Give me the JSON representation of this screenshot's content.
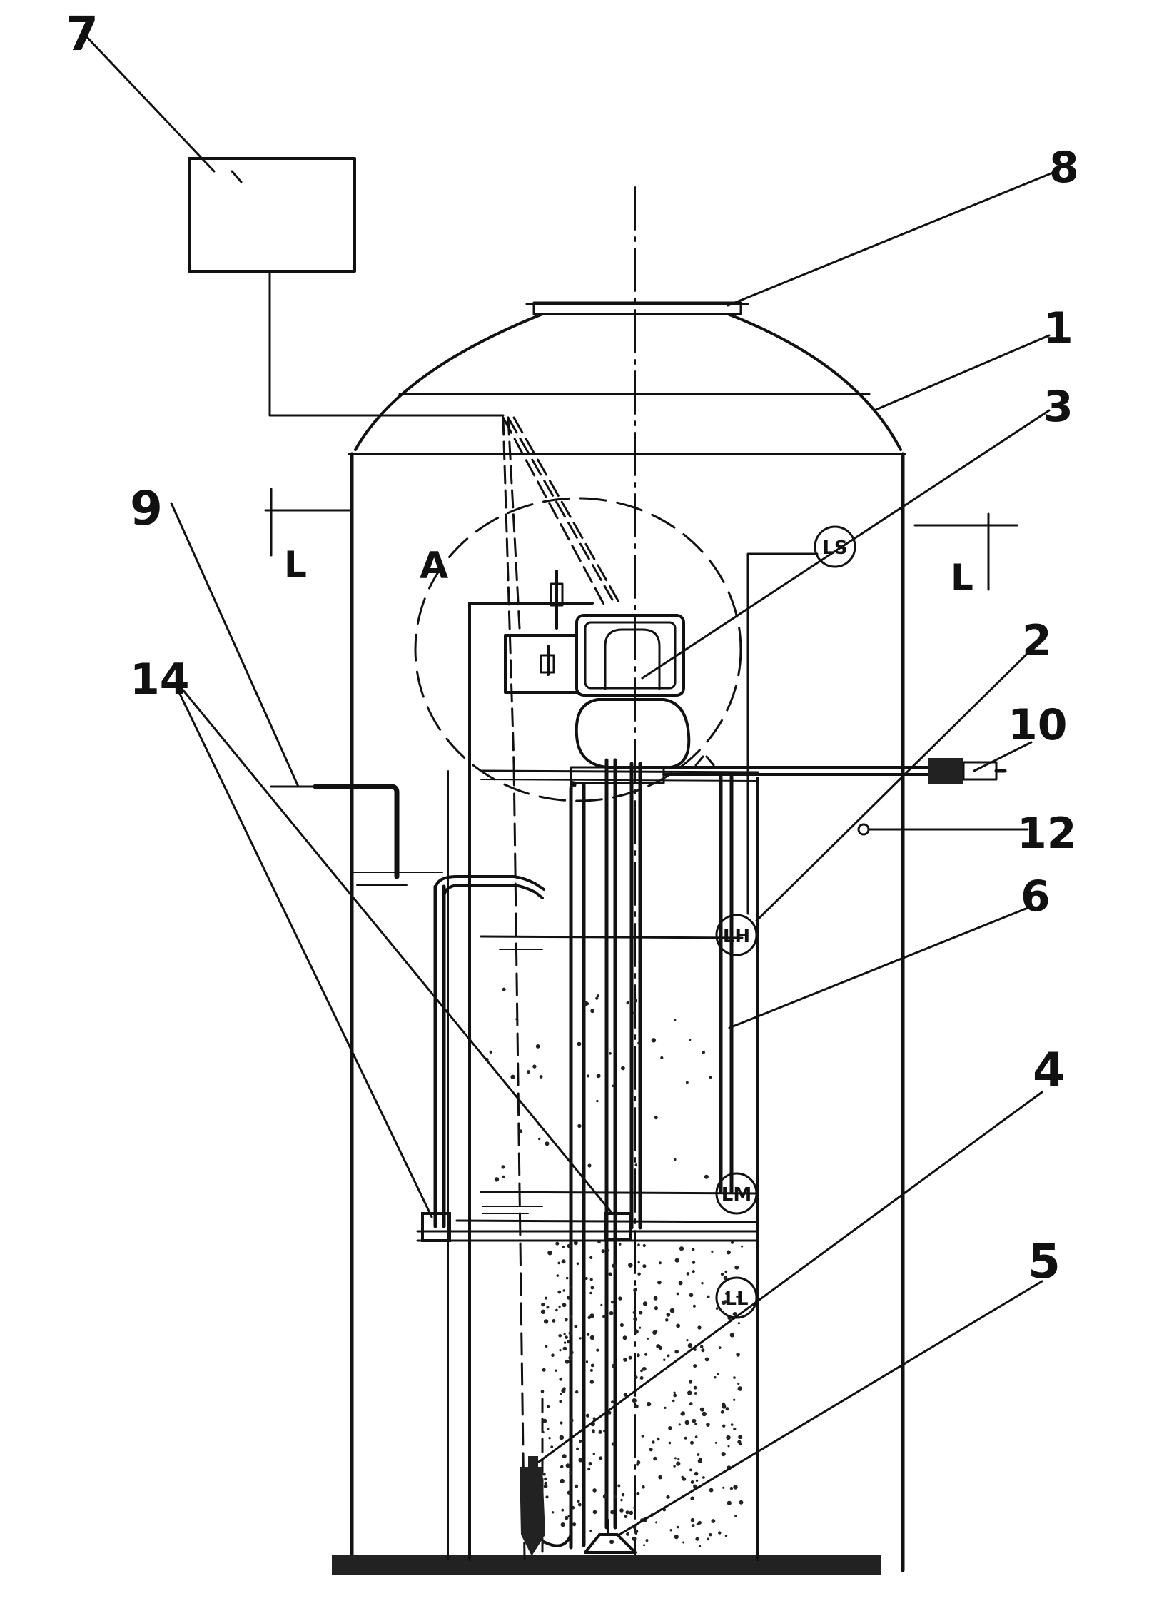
{
  "reference_numbers": {
    "n1": "1",
    "n2": "2",
    "n3": "3",
    "n4": "4",
    "n5": "5",
    "n6": "6",
    "n7": "7",
    "n8": "8",
    "n9": "9",
    "n10": "10",
    "n12": "12",
    "n14": "14"
  },
  "section_marks": {
    "left": "L",
    "right": "L"
  },
  "detail_mark": "A",
  "sensors": {
    "ls": "LS",
    "lh": "LH",
    "lm": "LM",
    "ll": "LL"
  },
  "colors": {
    "ink": "#111111",
    "paper": "#ffffff"
  }
}
